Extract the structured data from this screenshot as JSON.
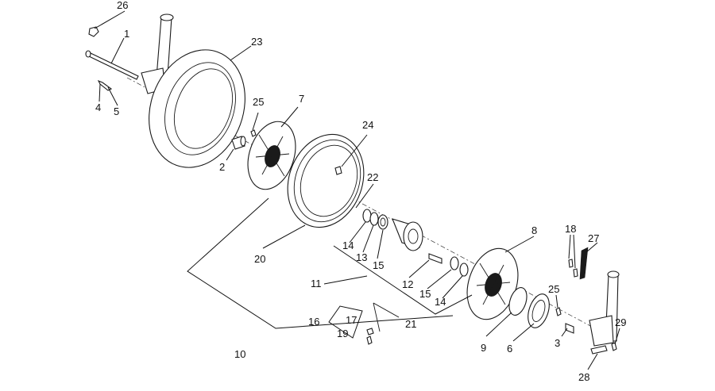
{
  "callouts": {
    "p1": "1",
    "p2": "2",
    "p3": "3",
    "p4": "4",
    "p5": "5",
    "p6": "6",
    "p7": "7",
    "p8": "8",
    "p9": "9",
    "p10": "10",
    "p11": "11",
    "p12": "12",
    "p13": "13",
    "p14a": "14",
    "p14b": "14",
    "p15a": "15",
    "p15b": "15",
    "p16": "16",
    "p17": "17",
    "p18": "18",
    "p19": "19",
    "p20": "20",
    "p21": "21",
    "p22": "22",
    "p23": "23",
    "p24": "24",
    "p25a": "25",
    "p25b": "25",
    "p26": "26",
    "p27": "27",
    "p28": "28",
    "p29": "29"
  },
  "colors": {
    "line": "#1a1a1a",
    "background": "#ffffff"
  }
}
